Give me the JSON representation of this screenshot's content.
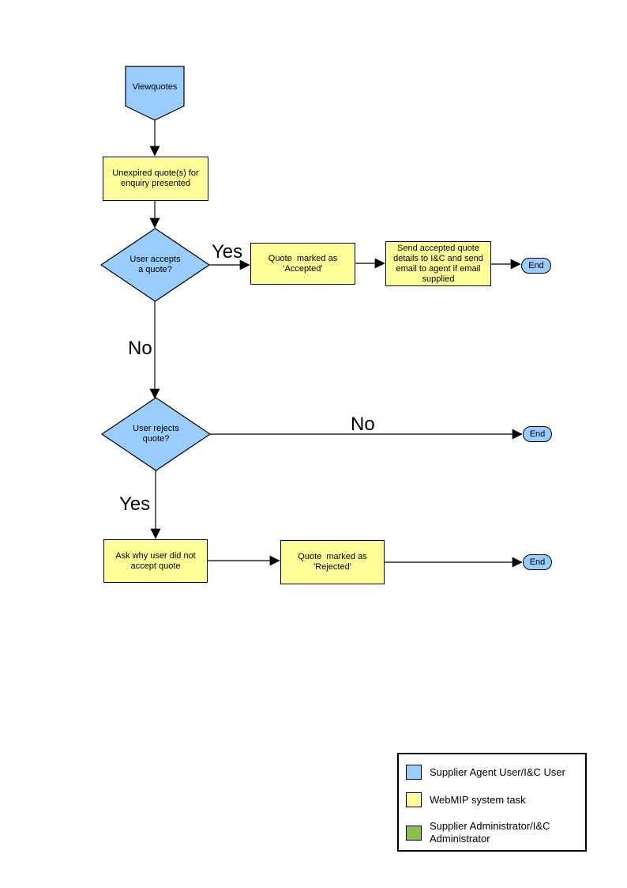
{
  "colors": {
    "actor_blue": "#99CCFF",
    "task_yellow": "#FFFF99",
    "admin_green": "#8CBE50",
    "line_black": "#000000"
  },
  "flowchart": {
    "nodes": {
      "start": {
        "label": "Viewquotes"
      },
      "present_quotes": {
        "label": "Unexpired quote(s) for\nenquiry presented"
      },
      "accept_decision": {
        "label": "User accepts\na quote?"
      },
      "mark_accepted": {
        "label": "Quote  marked as\n'Accepted'"
      },
      "send_details": {
        "label": "Send accepted quote\ndetails to I&C and send\nemail to agent if email\nsupplied"
      },
      "end_accept": {
        "label": "End"
      },
      "reject_decision": {
        "label": "User rejects\nquote?"
      },
      "end_no_reject": {
        "label": "End"
      },
      "ask_why": {
        "label": "Ask why user did not\naccept quote"
      },
      "mark_rejected": {
        "label": "Quote  marked as\n'Rejected'"
      },
      "end_reject": {
        "label": "End"
      }
    },
    "edge_labels": {
      "accept_yes": "Yes",
      "accept_no": "No",
      "reject_no": "No",
      "reject_yes": "Yes"
    }
  },
  "legend": {
    "items": [
      {
        "label": "Supplier Agent User/I&C User"
      },
      {
        "label": "WebMIP system task"
      },
      {
        "label": "Supplier Administrator/I&C\nAdministrator"
      }
    ]
  }
}
